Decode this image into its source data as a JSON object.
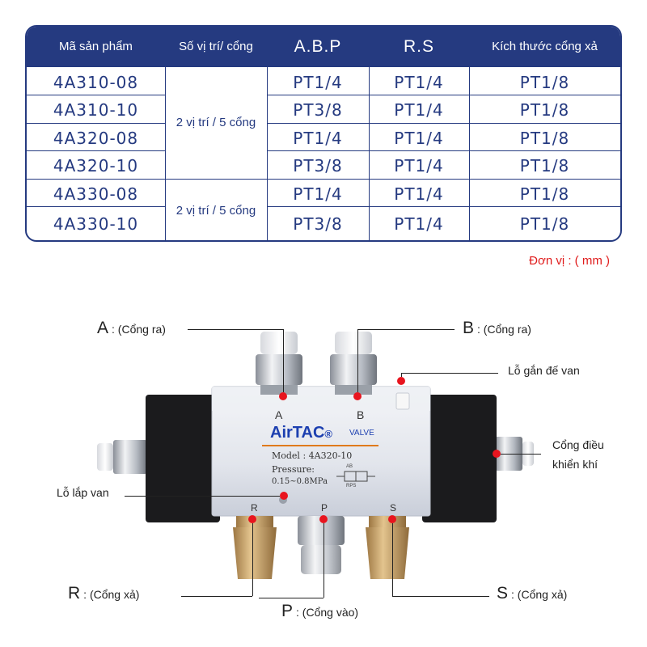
{
  "table": {
    "headers": [
      "Mã sản phẩm",
      "Số vị trí/ cổng",
      "A.B.P",
      "R.S",
      "Kích thước cổng xả"
    ],
    "rows": [
      {
        "model": "4A310-08",
        "abp": "PT1/4",
        "rs": "PT1/4",
        "exhaust": "PT1/8"
      },
      {
        "model": "4A310-10",
        "abp": "PT3/8",
        "rs": "PT1/4",
        "exhaust": "PT1/8"
      },
      {
        "model": "4A320-08",
        "abp": "PT1/4",
        "rs": "PT1/4",
        "exhaust": "PT1/8"
      },
      {
        "model": "4A320-10",
        "abp": "PT3/8",
        "rs": "PT1/4",
        "exhaust": "PT1/8"
      },
      {
        "model": "4A330-08",
        "abp": "PT1/4",
        "rs": "PT1/4",
        "exhaust": "PT1/8"
      },
      {
        "model": "4A330-10",
        "abp": "PT3/8",
        "rs": "PT1/4",
        "exhaust": "PT1/8"
      }
    ],
    "groups": [
      "2 vị trí / 5 cổng",
      "2 vị trí / 5 cổng"
    ],
    "unit": "Đơn vị : ( mm )"
  },
  "valve": {
    "brand": "AirTAC",
    "registered": "®",
    "valve_word": "VALVE",
    "model_line": "Model : 4A320-10",
    "pressure_label": "Pressure:",
    "pressure_value": "0.15~0.8MPa",
    "port_letters": {
      "A": "A",
      "B": "B",
      "R": "R",
      "P": "P",
      "S": "S"
    },
    "symbol_letters": "AB",
    "symbol_bottom": "RPS"
  },
  "labels": {
    "a_letter": "A",
    "a_text": "(Cổng ra)",
    "b_letter": "B",
    "b_text": "(Cổng ra)",
    "mount": "Lỗ gắn đế van",
    "control_1": "Cổng điều",
    "control_2": "khiển khí",
    "install": "Lỗ lắp van",
    "r_letter": "R",
    "r_text": "(Cổng xả)",
    "p_letter": "P",
    "p_text": "(Cổng vào)",
    "s_letter": "S",
    "s_text": "(Cổng xả)"
  },
  "colors": {
    "navy": "#253a80",
    "red": "#e8141e",
    "unit_red": "#e01c1c",
    "brass": "#c9a46a",
    "body": "#e6e8ee",
    "coil": "#1a1a1a"
  }
}
